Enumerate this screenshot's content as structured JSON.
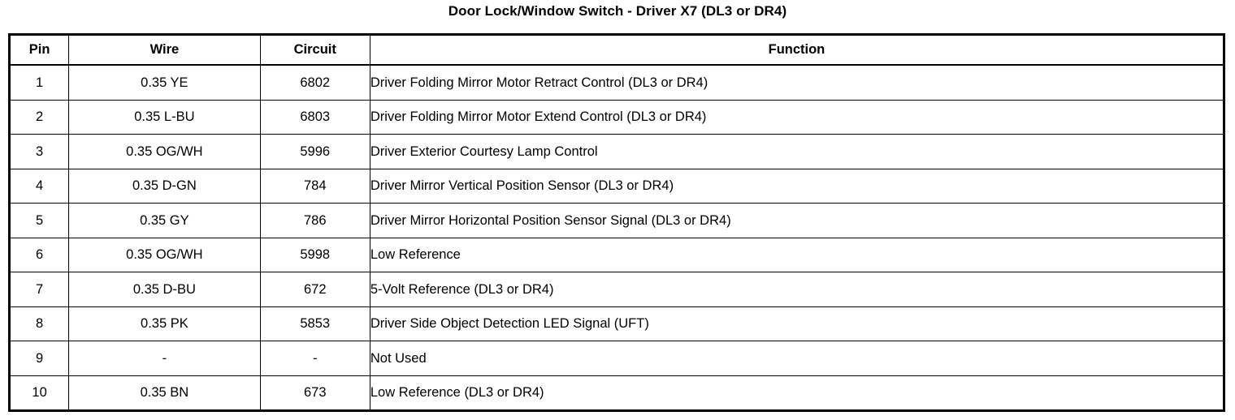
{
  "title": "Door Lock/Window Switch - Driver X7 (DL3 or DR4)",
  "table": {
    "headers": {
      "pin": "Pin",
      "wire": "Wire",
      "circuit": "Circuit",
      "function": "Function"
    },
    "rows": [
      {
        "pin": "1",
        "wire": "0.35 YE",
        "circuit": "6802",
        "function": "Driver Folding Mirror Motor Retract Control (DL3 or DR4)"
      },
      {
        "pin": "2",
        "wire": "0.35 L-BU",
        "circuit": "6803",
        "function": "Driver Folding Mirror Motor Extend Control (DL3 or DR4)"
      },
      {
        "pin": "3",
        "wire": "0.35 OG/WH",
        "circuit": "5996",
        "function": "Driver Exterior Courtesy Lamp Control"
      },
      {
        "pin": "4",
        "wire": "0.35 D-GN",
        "circuit": "784",
        "function": "Driver Mirror Vertical Position Sensor (DL3 or DR4)"
      },
      {
        "pin": "5",
        "wire": "0.35 GY",
        "circuit": "786",
        "function": "Driver Mirror Horizontal Position Sensor Signal (DL3 or DR4)"
      },
      {
        "pin": "6",
        "wire": "0.35 OG/WH",
        "circuit": "5998",
        "function": "Low Reference"
      },
      {
        "pin": "7",
        "wire": "0.35 D-BU",
        "circuit": "672",
        "function": "5-Volt Reference (DL3 or DR4)"
      },
      {
        "pin": "8",
        "wire": "0.35 PK",
        "circuit": "5853",
        "function": "Driver Side Object Detection LED Signal (UFT)"
      },
      {
        "pin": "9",
        "wire": "-",
        "circuit": "-",
        "function": "Not Used"
      },
      {
        "pin": "10",
        "wire": "0.35 BN",
        "circuit": "673",
        "function": "Low Reference (DL3 or DR4)"
      }
    ]
  },
  "colors": {
    "background": "#ffffff",
    "text": "#000000",
    "border": "#000000"
  }
}
